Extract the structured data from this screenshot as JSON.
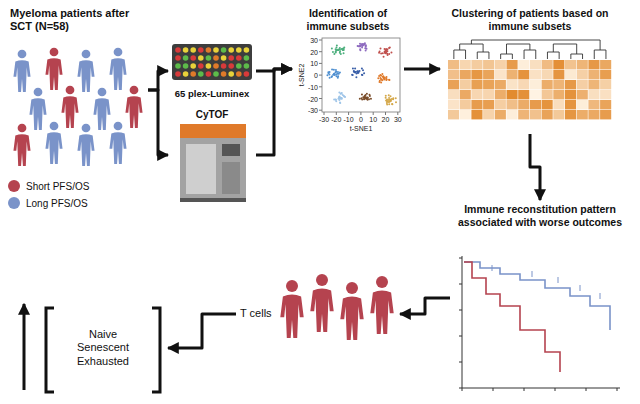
{
  "diagram": {
    "nodes": [
      {
        "text": [
          "Myeloma patients after SCT (N=58)"
        ]
      },
      {
        "text": [
          "65 plex-Luminex"
        ]
      },
      {
        "text": [
          "CyTOF"
        ]
      },
      {
        "text": [
          "Identification of immune subsets"
        ]
      },
      {
        "text": [
          "Clustering of patients based on immune subsets"
        ]
      },
      {
        "text": [
          "Immune reconstitution pattern associated with worse outcomes"
        ]
      },
      {
        "text": [
          "T cells"
        ]
      },
      {
        "text": [
          "Naive",
          "Senescent",
          "Exhausted"
        ]
      }
    ],
    "edges": [
      {
        "from": 0,
        "to": 1,
        "arrow": "to"
      },
      {
        "from": 0,
        "to": 2,
        "arrow": "to"
      },
      {
        "from": 1,
        "to": 3,
        "arrow": "to"
      },
      {
        "from": 2,
        "to": 3,
        "arrow": "to"
      },
      {
        "from": 3,
        "to": 4,
        "arrow": "to"
      },
      {
        "from": 4,
        "to": 5,
        "arrow": "to"
      },
      {
        "from": 5,
        "to": 6,
        "arrow": "to"
      },
      {
        "from": 6,
        "to": 7,
        "arrow": "to"
      }
    ],
    "labels": [
      "t-SNE2",
      "30",
      "20",
      "10",
      "0",
      "-10",
      "-20",
      "-30",
      "-30",
      "-20",
      "-10",
      "0",
      "10",
      "20",
      "30",
      "t-SNE1"
    ],
    "legend": [
      {
        "text": "Short PFS/OS",
        "color": "#b5434f"
      },
      {
        "text": "Long PFS/OS",
        "color": "#7a93c9"
      }
    ]
  }
}
